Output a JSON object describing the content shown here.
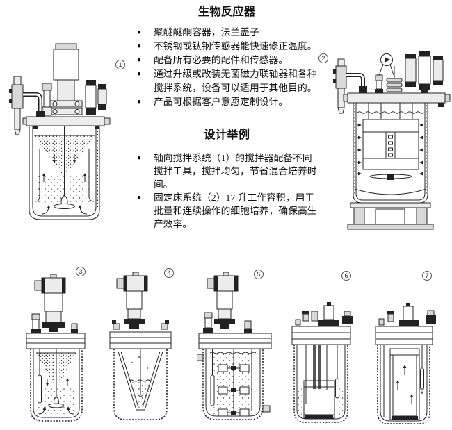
{
  "ui": {
    "bullet_char": "●"
  },
  "colors": {
    "ink": "#1a1a1a",
    "paper": "#ffffff"
  },
  "sections": {
    "features": {
      "title": "生物反应器",
      "bullets": [
        "聚醚醚酮容器，法兰盖子",
        "不锈钢或钛钢传感器能快速修正温度。",
        "配备所有必要的配件和传感器。",
        "通过升级或改装无菌磁力联轴器和各种搅拌系统，设备可以适用于其他目的。",
        "产品可根据客户意愿定制设计。"
      ]
    },
    "examples": {
      "title": "设计举例",
      "bullets": [
        "轴向搅拌系统（1）的搅拌器配备不同搅拌工具，搅拌均匀，节省混合培养时间。",
        "固定床系统（2）17 升工作容积，用于批量和连续操作的细胞培养，确保高生产效率。"
      ]
    }
  },
  "figure_labels": [
    "1",
    "2",
    "3",
    "4",
    "5",
    "6",
    "7"
  ]
}
